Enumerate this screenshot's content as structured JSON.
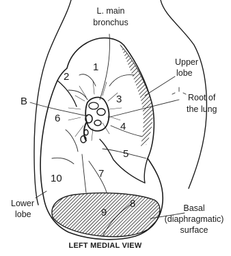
{
  "labels": {
    "main_bronchus": [
      "L. main",
      "bronchus"
    ],
    "upper_lobe": [
      "Upper",
      "lobe"
    ],
    "root": [
      "Root of",
      "the lung"
    ],
    "b_marker": "B",
    "lower_lobe": [
      "Lower",
      "lobe"
    ],
    "basal": [
      "Basal",
      "(diaphragmatic)",
      "surface"
    ],
    "caption": "LEFT MEDIAL VIEW"
  },
  "segments": [
    "1",
    "2",
    "3",
    "4",
    "5",
    "6",
    "7",
    "8",
    "9",
    "10"
  ]
}
